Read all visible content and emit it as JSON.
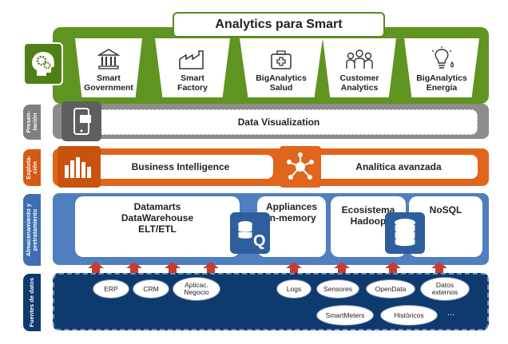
{
  "title": "Analytics para Smart",
  "top_cards": [
    {
      "label": "Smart\nGovernment",
      "icon": "government-building-icon"
    },
    {
      "label": "Smart\nFactory",
      "icon": "factory-icon"
    },
    {
      "label": "BigAnalytics\nSalud",
      "icon": "health-kit-icon"
    },
    {
      "label": "Customer\nAnalytics",
      "icon": "people-group-icon"
    },
    {
      "label": "BigAnalytics\nEnergía",
      "icon": "lightbulb-icon"
    }
  ],
  "layers": {
    "presentation": {
      "side_label": "Presen-\ntación",
      "box_label": "Data Visualization",
      "icon": "mobile-chart-icon"
    },
    "exploitation": {
      "side_label": "Explota-\nción",
      "bi_label": "Business Intelligence",
      "adv_label": "Analítica avanzada",
      "bi_icon": "bar-chart-icon",
      "adv_icon": "network-hub-icon"
    },
    "storage": {
      "side_label": "Almacenamiento y\npretratamiento",
      "boxes": [
        "Datamarts\nDataWarehouse\nELT/ETL",
        "Appliances\nin-memory",
        "Ecosistema\nHadoop",
        "NoSQL"
      ],
      "query_icon": "database-query-icon",
      "db_icon": "database-icon"
    },
    "sources": {
      "side_label": "Fuentes de datos",
      "items": [
        "ERP",
        "CRM",
        "Aplicac.\nNegocio",
        "Logs",
        "Sensores",
        "OpenData",
        "Datos\nexternos",
        "SmartMeters",
        "Históricos",
        "..."
      ]
    }
  },
  "colors": {
    "green": "#5f9421",
    "gray": "#8c8c8c",
    "orange": "#e0661c",
    "blue": "#4f7fbf",
    "navy": "#0e3a6e",
    "arrow": "#c63d2f"
  }
}
